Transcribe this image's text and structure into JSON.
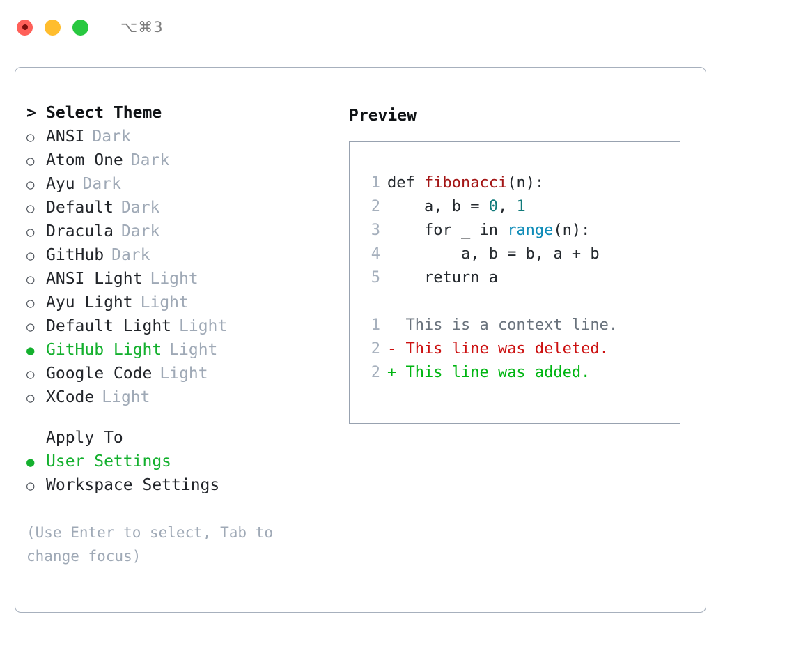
{
  "window": {
    "shortcut": "⌥⌘3",
    "lights": [
      {
        "name": "close",
        "color": "#ff6059"
      },
      {
        "name": "minimize",
        "color": "#ffbd2e"
      },
      {
        "name": "maximize",
        "color": "#28c840"
      }
    ]
  },
  "theme_panel": {
    "header": {
      "marker": ">",
      "label": "Select Theme"
    },
    "themes": [
      {
        "marker": "○",
        "name": "ANSI",
        "tag": "Dark",
        "selected": false
      },
      {
        "marker": "○",
        "name": "Atom One",
        "tag": "Dark",
        "selected": false
      },
      {
        "marker": "○",
        "name": "Ayu",
        "tag": "Dark",
        "selected": false
      },
      {
        "marker": "○",
        "name": "Default",
        "tag": "Dark",
        "selected": false
      },
      {
        "marker": "○",
        "name": "Dracula",
        "tag": "Dark",
        "selected": false
      },
      {
        "marker": "○",
        "name": "GitHub",
        "tag": "Dark",
        "selected": false
      },
      {
        "marker": "○",
        "name": "ANSI Light",
        "tag": "Light",
        "selected": false
      },
      {
        "marker": "○",
        "name": "Ayu Light",
        "tag": "Light",
        "selected": false
      },
      {
        "marker": "○",
        "name": "Default Light",
        "tag": "Light",
        "selected": false
      },
      {
        "marker": "●",
        "name": "GitHub Light",
        "tag": "Light",
        "selected": true
      },
      {
        "marker": "○",
        "name": "Google Code",
        "tag": "Light",
        "selected": false
      },
      {
        "marker": "○",
        "name": "XCode",
        "tag": "Light",
        "selected": false
      }
    ],
    "apply_to": {
      "header": "Apply To",
      "options": [
        {
          "marker": "●",
          "label": "User Settings",
          "selected": true
        },
        {
          "marker": "○",
          "label": "Workspace Settings",
          "selected": false
        }
      ]
    },
    "hint": "(Use Enter to select, Tab to change focus)"
  },
  "preview": {
    "title": "Preview",
    "code_lines": [
      {
        "num": "1",
        "parts": [
          {
            "t": "def ",
            "c": "plain"
          },
          {
            "t": "fibonacci",
            "c": "fn"
          },
          {
            "t": "(n):",
            "c": "plain"
          }
        ]
      },
      {
        "num": "2",
        "parts": [
          {
            "t": "    a, b = ",
            "c": "plain"
          },
          {
            "t": "0",
            "c": "num"
          },
          {
            "t": ", ",
            "c": "plain"
          },
          {
            "t": "1",
            "c": "num"
          }
        ]
      },
      {
        "num": "3",
        "parts": [
          {
            "t": "    for _ in ",
            "c": "plain"
          },
          {
            "t": "range",
            "c": "call"
          },
          {
            "t": "(n):",
            "c": "plain"
          }
        ]
      },
      {
        "num": "4",
        "parts": [
          {
            "t": "        a, b = b, a + b",
            "c": "plain"
          }
        ]
      },
      {
        "num": "5",
        "parts": [
          {
            "t": "    return a",
            "c": "plain"
          }
        ]
      }
    ],
    "diff_lines": [
      {
        "num": "1",
        "parts": [
          {
            "t": "  This is a context line.",
            "c": "ctx"
          }
        ]
      },
      {
        "num": "2",
        "parts": [
          {
            "t": "- This line was deleted.",
            "c": "del"
          }
        ]
      },
      {
        "num": "2",
        "parts": [
          {
            "t": "+ This line was added.",
            "c": "add"
          }
        ]
      }
    ]
  },
  "colors": {
    "accent_green": "#14b02e",
    "muted": "#9fa9b6",
    "border": "#a7b0bd",
    "preview_border": "#98a2b0",
    "syntax_function": "#a31515",
    "syntax_number": "#117a7a",
    "syntax_call": "#0f8cb8",
    "diff_context": "#6a737d",
    "diff_deleted": "#cc1111",
    "diff_added": "#00b512"
  }
}
